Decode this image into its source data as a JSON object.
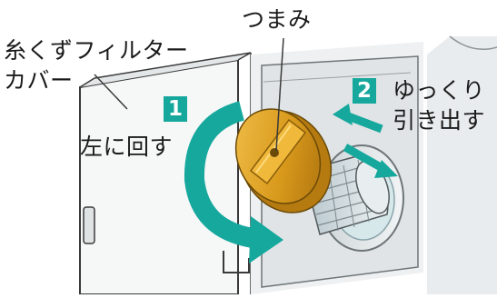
{
  "labels": {
    "knob": "つまみ",
    "filter_cover_line1": "糸くずフィルター",
    "filter_cover_line2": "カバー",
    "rotate_left": "左に回す",
    "pull_out_line1": "ゆっくり",
    "pull_out_line2": "引き出す"
  },
  "steps": {
    "step1": "1",
    "step2": "2"
  },
  "icons": {
    "rotate_arrow": "curved-rotate-arrow",
    "pull_arrow": "double-diagonal-arrow"
  },
  "colors": {
    "accent": "#16a89d",
    "knob": "#d99a1c",
    "line": "#3a3a3a"
  }
}
